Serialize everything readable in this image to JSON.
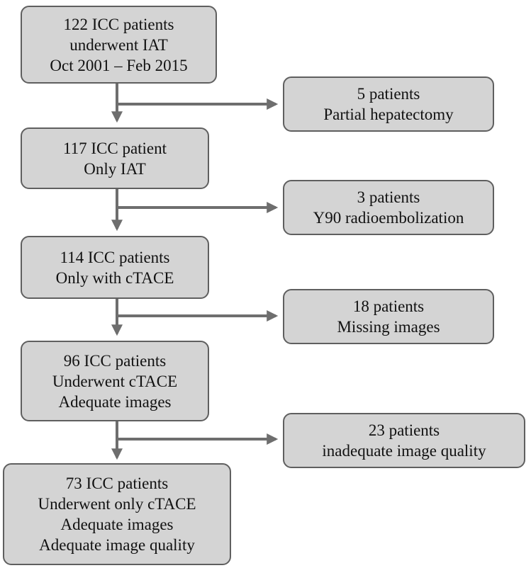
{
  "flowchart": {
    "main_steps": [
      {
        "lines": [
          "122 ICC patients",
          "underwent IAT",
          "Oct 2001 – Feb 2015"
        ]
      },
      {
        "lines": [
          "117 ICC patient",
          "Only IAT"
        ]
      },
      {
        "lines": [
          "114 ICC patients",
          "Only with cTACE"
        ]
      },
      {
        "lines": [
          "96 ICC patients",
          "Underwent cTACE",
          "Adequate images"
        ]
      },
      {
        "lines": [
          "73 ICC patients",
          "Underwent only cTACE",
          "Adequate images",
          "Adequate image quality"
        ]
      }
    ],
    "exclusions": [
      {
        "lines": [
          "5 patients",
          "Partial hepatectomy"
        ]
      },
      {
        "lines": [
          "3 patients",
          "Y90 radioembolization"
        ]
      },
      {
        "lines": [
          "18 patients",
          "Missing images"
        ]
      },
      {
        "lines": [
          "23 patients",
          "inadequate image quality"
        ]
      }
    ],
    "colors": {
      "box_fill": "#d4d4d4",
      "box_border": "#5f5f5f",
      "arrow": "#6e6e6e"
    }
  }
}
